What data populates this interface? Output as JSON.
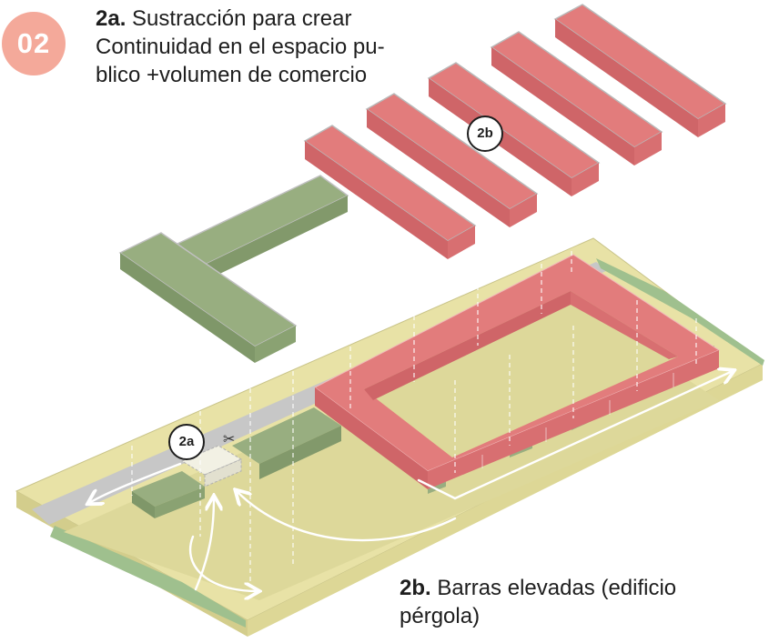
{
  "step_number": "02",
  "caption_2a": {
    "tag": "2a.",
    "lines": [
      "Sustracción para crear",
      "Continuidad en el espacio pu-",
      "blico +volumen de comercio"
    ]
  },
  "caption_2b": {
    "tag": "2b.",
    "lines": [
      "Barras elevadas (edificio",
      "pérgola)"
    ]
  },
  "markers": {
    "m2a": "2a",
    "m2b": "2b"
  },
  "colors": {
    "badge": "#f4a99a",
    "bar_top": "#e27c7c",
    "bar_side": "#cf6568",
    "green_top": "#98ae80",
    "green_side": "#82996b",
    "ground": "#e8e2a6",
    "ground_inner": "#ddd89a",
    "path": "#c7c7c7",
    "lawn": "#9fc08e"
  }
}
